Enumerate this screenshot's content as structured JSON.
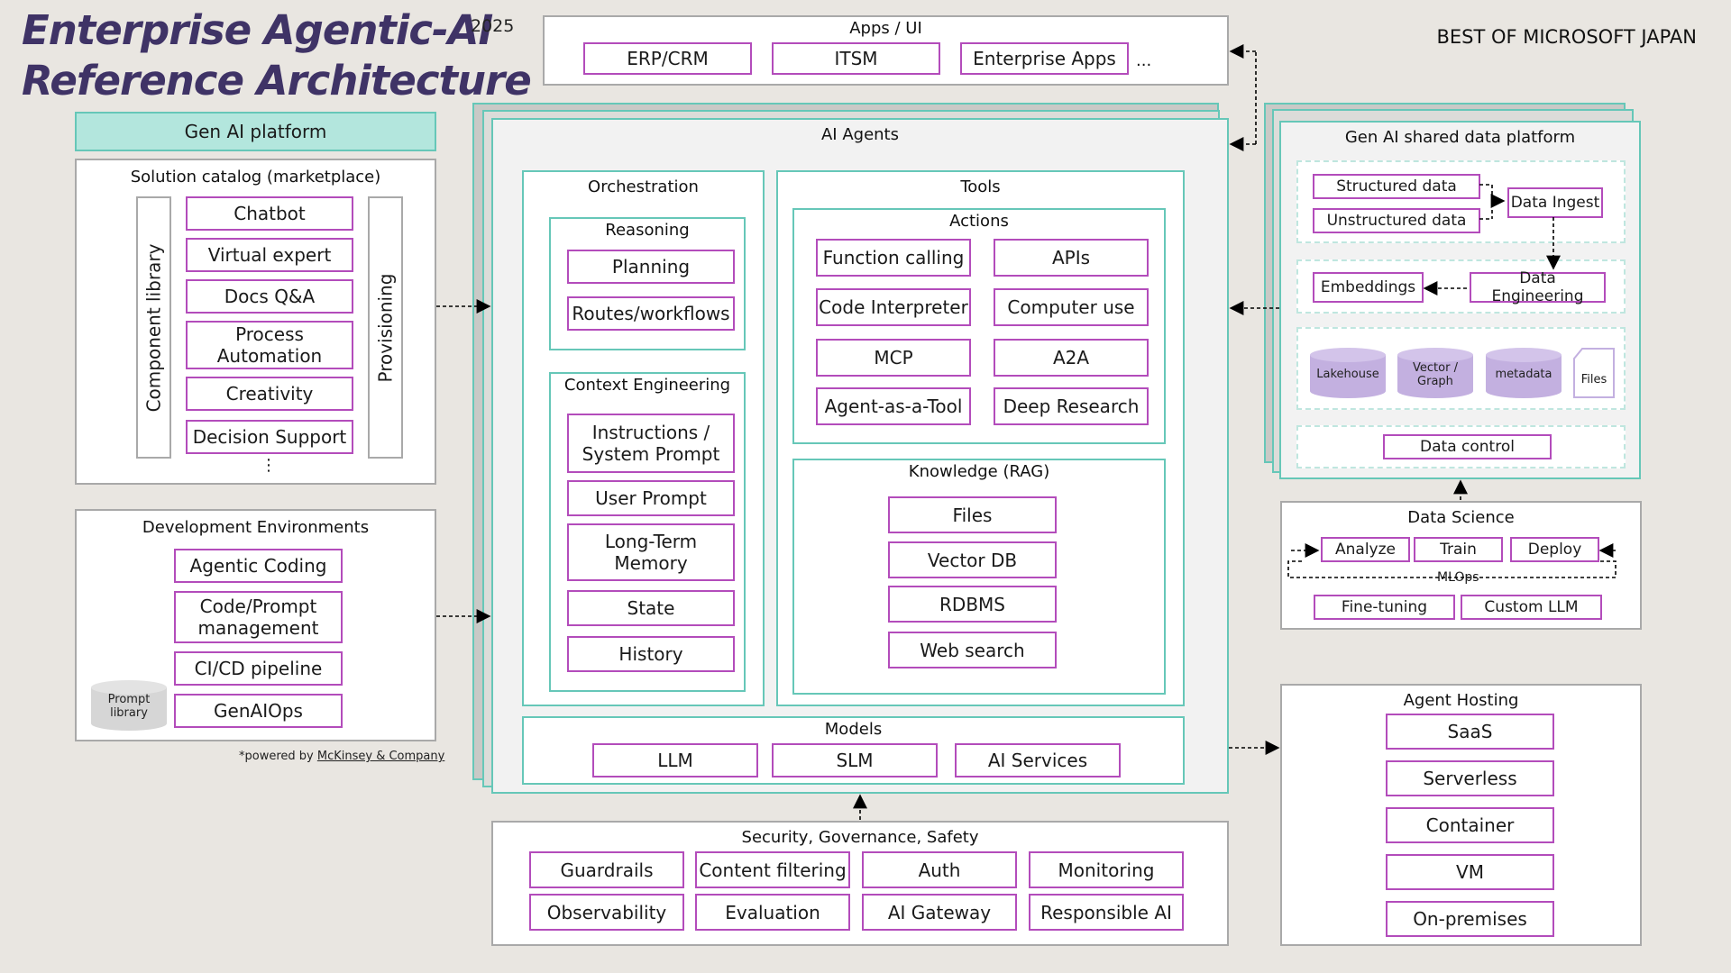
{
  "header": {
    "title_line1": "Enterprise Agentic-AI",
    "title_line2": "Reference Architecture",
    "year": "2025",
    "brand": "BEST OF MICROSOFT JAPAN"
  },
  "apps_ui": {
    "title": "Apps / UI",
    "items": [
      "ERP/CRM",
      "ITSM",
      "Enterprise Apps"
    ],
    "more": "..."
  },
  "gen_ai_platform": {
    "label": "Gen AI platform",
    "solution_catalog": {
      "title": "Solution catalog (marketplace)",
      "left_bar": "Component library",
      "right_bar": "Provisioning",
      "items": [
        "Chatbot",
        "Virtual expert",
        "Docs Q&A",
        "Process Automation",
        "Creativity",
        "Decision Support"
      ],
      "more": "⋮"
    },
    "dev_env": {
      "title": "Development Environments",
      "items": [
        "Agentic Coding",
        "Code/Prompt management",
        "CI/CD pipeline",
        "GenAIOps"
      ],
      "prompt_library": "Prompt library"
    },
    "footnote_prefix": "*powered by ",
    "footnote_link": "McKinsey & Company"
  },
  "ai_agents": {
    "title": "AI Agents",
    "orchestration": {
      "title": "Orchestration",
      "reasoning": {
        "title": "Reasoning",
        "items": [
          "Planning",
          "Routes/workflows"
        ]
      },
      "context": {
        "title": "Context Engineering",
        "items": [
          "Instructions / System Prompt",
          "User Prompt",
          "Long-Term Memory",
          "State",
          "History"
        ]
      }
    },
    "tools": {
      "title": "Tools",
      "actions": {
        "title": "Actions",
        "items": [
          "Function calling",
          "APIs",
          "Code Interpreter",
          "Computer use",
          "MCP",
          "A2A",
          "Agent-as-a-Tool",
          "Deep Research"
        ]
      },
      "knowledge": {
        "title": "Knowledge (RAG)",
        "items": [
          "Files",
          "Vector DB",
          "RDBMS",
          "Web search"
        ]
      }
    },
    "models": {
      "title": "Models",
      "items": [
        "LLM",
        "SLM",
        "AI Services"
      ]
    }
  },
  "security": {
    "title": "Security, Governance, Safety",
    "items": [
      "Guardrails",
      "Content filtering",
      "Auth",
      "Monitoring",
      "Observability",
      "Evaluation",
      "AI Gateway",
      "Responsible AI"
    ]
  },
  "data_platform": {
    "title": "Gen AI shared data platform",
    "sources": [
      "Structured data",
      "Unstructured data"
    ],
    "ingest": "Data Ingest",
    "embeddings": "Embeddings",
    "engineering": "Data Engineering",
    "stores": [
      "Lakehouse",
      "Vector / Graph",
      "metadata"
    ],
    "files": "Files",
    "control": "Data control"
  },
  "data_science": {
    "title": "Data Science",
    "cycle": [
      "Analyze",
      "Train",
      "Deploy"
    ],
    "mlops": "MLOps",
    "items": [
      "Fine-tuning",
      "Custom LLM"
    ]
  },
  "agent_hosting": {
    "title": "Agent Hosting",
    "items": [
      "SaaS",
      "Serverless",
      "Container",
      "VM",
      "On-premises"
    ]
  },
  "colors": {
    "item_border": "#b34cbb",
    "teal": "#66c7b8",
    "title": "#3f3366",
    "store": "#c3b0e0"
  }
}
